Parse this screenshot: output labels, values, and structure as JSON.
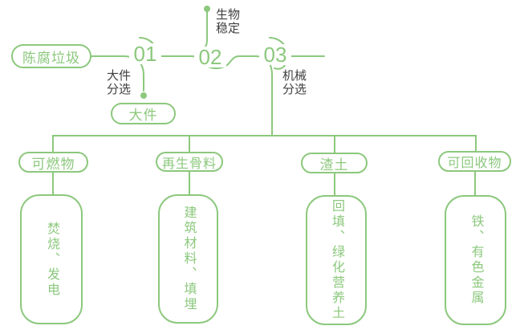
{
  "palette": {
    "line_green": "#8cc87d",
    "label_dark": "#3f3f3f",
    "background": "#ffffff"
  },
  "flow": {
    "source_label": "陈腐垃圾",
    "stages": [
      {
        "number": "01",
        "down_label": "大件\n分选",
        "down_result": "大件"
      },
      {
        "number": "02",
        "up_label": "生物\n稳定"
      },
      {
        "number": "03",
        "down_label": "机械\n分选"
      }
    ]
  },
  "outputs": [
    {
      "category": "可燃物",
      "products": "焚烧、发电"
    },
    {
      "category": "再生骨料",
      "products": "建筑材料、填埋"
    },
    {
      "category": "渣土",
      "products": "回填、绿化营养土"
    },
    {
      "category": "可回收物",
      "products": "铁、有色金属"
    }
  ]
}
